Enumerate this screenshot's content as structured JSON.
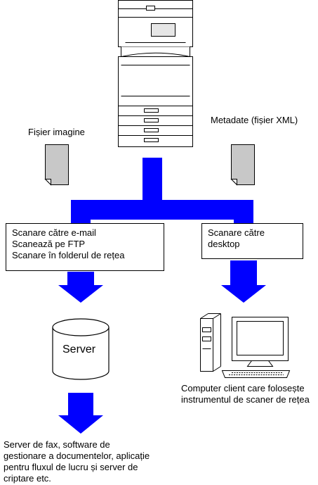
{
  "labels": {
    "image_file": "Fișier imagine",
    "metadata": "Metadate (fișier XML)",
    "server": "Server",
    "client_caption": [
      "Computer client care folosește",
      "instrumentul de scaner de rețea"
    ],
    "bottom_caption": [
      "Server de fax, software de",
      "gestionare a documentelor, aplicație",
      "pentru fluxul de lucru și server de",
      "criptare etc."
    ]
  },
  "left_box": [
    "Scanare către e-mail",
    "Scanează pe FTP",
    "Scanare în folderul de rețea"
  ],
  "right_box": [
    "Scanare către",
    "desktop"
  ],
  "colors": {
    "arrow": "#0000ff",
    "document": "#c8c8c8",
    "outline": "#000000"
  }
}
